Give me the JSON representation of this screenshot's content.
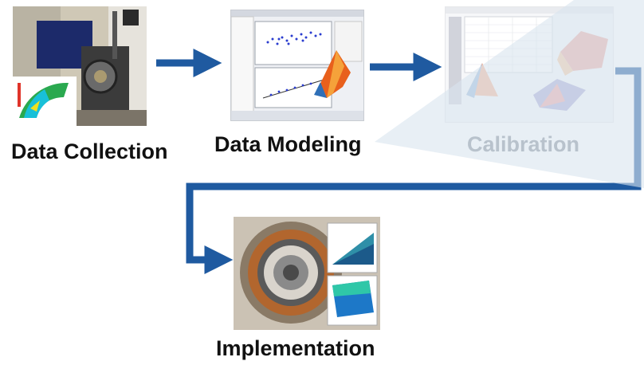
{
  "stages": {
    "collection": {
      "label": "Data Collection"
    },
    "modeling": {
      "label": "Data Modeling"
    },
    "calibration": {
      "label": "Calibration"
    },
    "implementation": {
      "label": "Implementation"
    }
  },
  "colors": {
    "arrow": "#1f5aa0",
    "overlay": "#d9e4ef",
    "calibration_label": "#b8c2cc",
    "label": "#111111"
  },
  "icons": {
    "collection": "test-rig-photo",
    "modeling": "modeling-software-screenshot",
    "calibration": "calibration-software-screenshot",
    "implementation": "motor-stator-photo"
  }
}
